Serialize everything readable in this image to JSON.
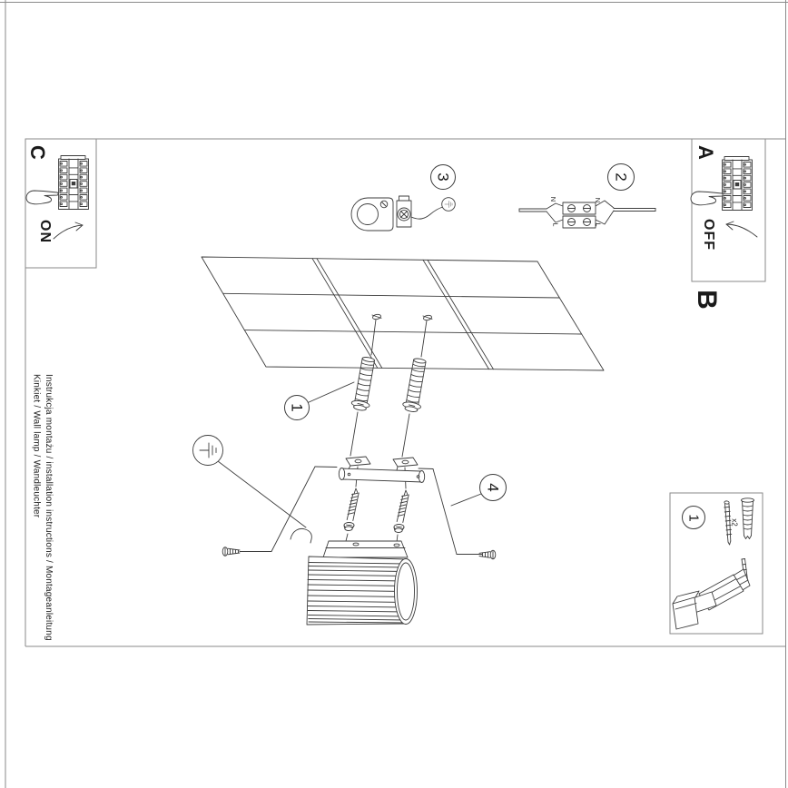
{
  "document": {
    "info_line": "Instrukcja montażu / installation instructions / Montageanleitung",
    "product_line": "Kinkiet / Wall lamp / Wandleuchter"
  },
  "sections": {
    "power_off": {
      "label": "A",
      "state_text": "OFF"
    },
    "mounting": {
      "label": "B"
    },
    "power_on": {
      "label": "C",
      "state_text": "ON"
    }
  },
  "steps": {
    "drill_anchors": "1",
    "connect_wires": "2",
    "attach_ground": "3",
    "fix_lamp": "4"
  },
  "wiring": {
    "n_left": "N",
    "n_right": "N",
    "l_left": "L",
    "l_right": "L"
  },
  "parts_box": {
    "step_number": "1",
    "quantity_label": "x2"
  },
  "colors": {
    "drawing_line": "#3d3d3d",
    "frame_line": "#8a8a8a",
    "text": "#1a1a1a",
    "background": "#ffffff"
  }
}
